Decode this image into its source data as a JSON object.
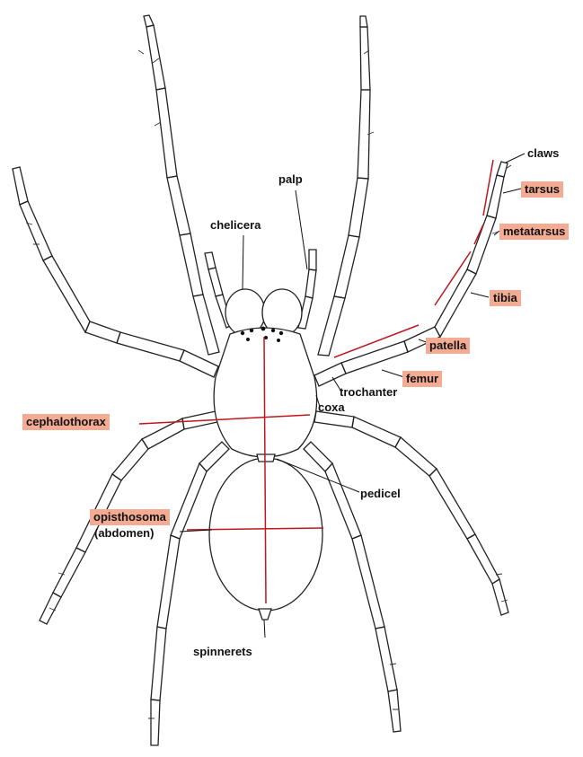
{
  "labels": {
    "claws": "claws",
    "tarsus": "tarsus",
    "metatarsus": "metatarsus",
    "tibia": "tibia",
    "patella": "patella",
    "femur": "femur",
    "trochanter": "trochanter",
    "coxa": "coxa",
    "palp": "palp",
    "chelicera": "chelicera",
    "cephalothorax": "cephalothorax",
    "opisthosoma": "opisthosoma",
    "abdomen": "(abdomen)",
    "pedicel": "pedicel",
    "spinnerets": "spinnerets"
  },
  "colors": {
    "highlight": "#f4ab93",
    "marker_line": "#c0161e",
    "ink": "#222222"
  }
}
